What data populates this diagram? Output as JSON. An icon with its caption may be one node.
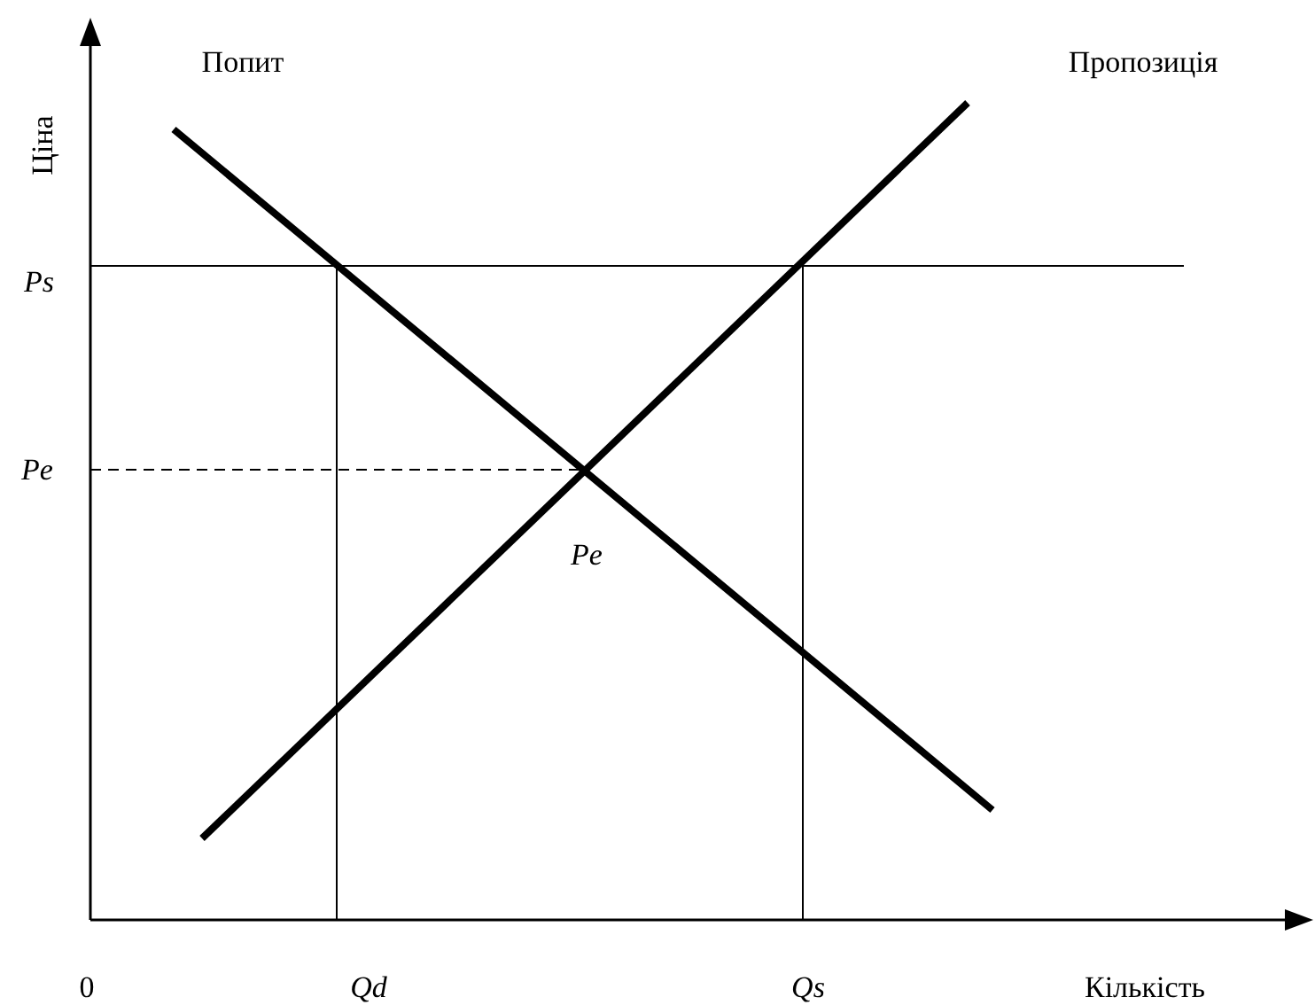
{
  "diagram": {
    "labels": [
      "Попит",
      "Пропозиція",
      "Ціна",
      "Ps",
      "Pe",
      "Pe",
      "0",
      "Qd",
      "Qs",
      "Кількість"
    ]
  }
}
